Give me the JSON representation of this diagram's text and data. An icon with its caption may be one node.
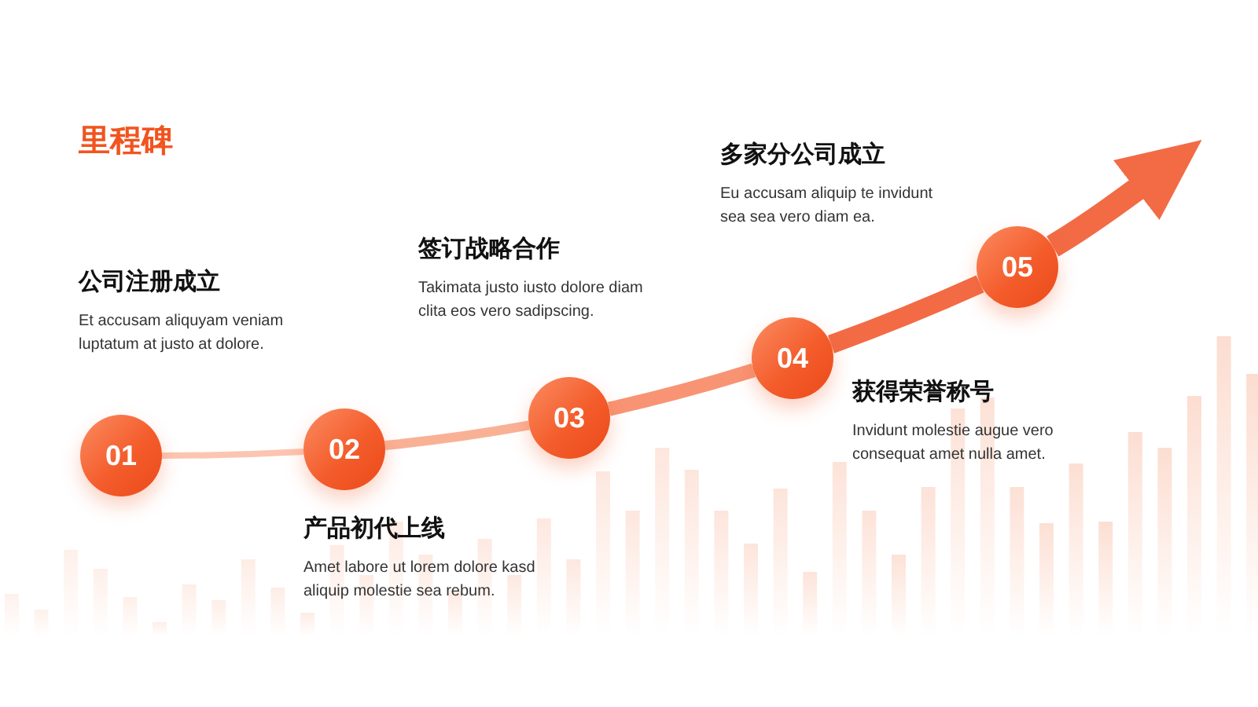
{
  "diagram": {
    "title": "里程碑",
    "nodes": [
      {
        "text": [
          "01"
        ],
        "beside": [
          "公司注册成立",
          "Et accusam aliquyam veniam luptatum at justo at dolore."
        ]
      },
      {
        "text": [
          "02"
        ],
        "beside": [
          "产品初代上线",
          "Amet labore ut lorem dolore kasd aliquip molestie sea rebum."
        ]
      },
      {
        "text": [
          "03"
        ],
        "beside": [
          "签订战略合作",
          "Takimata justo iusto dolore diam clita eos vero sadipscing."
        ]
      },
      {
        "text": [
          "04"
        ],
        "beside": [
          "获得荣誉称号",
          "Invidunt molestie augue vero consequat amet nulla amet."
        ]
      },
      {
        "text": [
          "05"
        ],
        "beside": [
          "多家分公司成立",
          "Eu accusam aliquip te invidunt sea sea vero diam ea."
        ]
      }
    ],
    "edges": [
      {
        "from": 0,
        "to": 1,
        "arrow": "none",
        "color": "#fcc5b1"
      },
      {
        "from": 1,
        "to": 2,
        "arrow": "none",
        "color": "#f9b196"
      },
      {
        "from": 2,
        "to": 3,
        "arrow": "none",
        "color": "#f89474"
      },
      {
        "from": 3,
        "to": 4,
        "arrow": "none"
      },
      {
        "from": 4,
        "to": null,
        "arrow": "to"
      }
    ]
  }
}
